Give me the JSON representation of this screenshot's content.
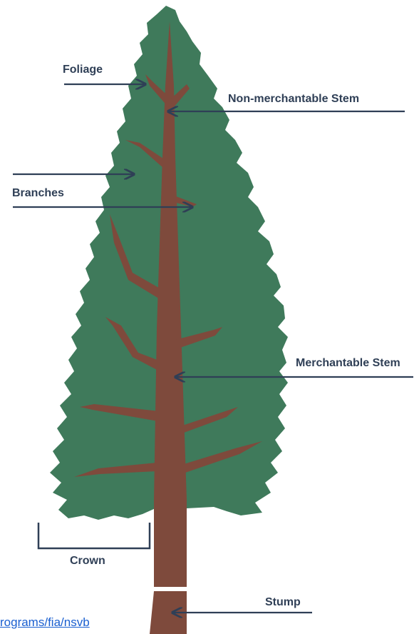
{
  "labels": {
    "foliage": "Foliage",
    "non_merchantable_stem": "Non-merchantable Stem",
    "branches": "Branches",
    "merchantable_stem": "Merchantable Stem",
    "crown": "Crown",
    "stump": "Stump"
  },
  "source_link": {
    "text": "rograms/fia/nsvb"
  },
  "colors": {
    "foliage": "#3f7a5b",
    "trunk": "#7e4a3c",
    "label_text": "#2f3f56",
    "arrow": "#2f3f56",
    "link": "#1a5fd0"
  }
}
